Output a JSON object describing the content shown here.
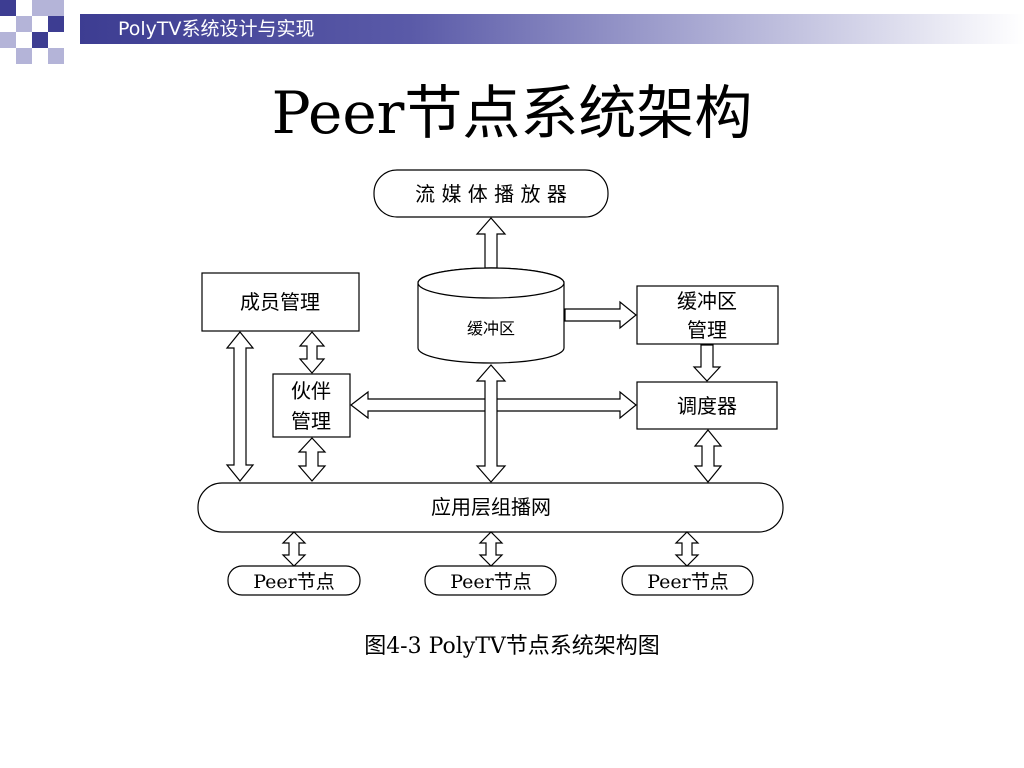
{
  "header": {
    "title": "PolyTV系统设计与实现",
    "band_color": "#3d3d92",
    "square_colors": [
      "#3d3d92",
      "#b4b4d8"
    ]
  },
  "page_title": "Peer节点系统架构",
  "diagram": {
    "player": "流 媒 体 播 放 器",
    "buffer_store": "缓冲区",
    "member_mgmt": "成员管理",
    "buffer_mgmt_line1": "缓冲区",
    "buffer_mgmt_line2": "管理",
    "partner_mgmt_line1": "伙伴",
    "partner_mgmt_line2": "管理",
    "scheduler": "调度器",
    "overlay": "应用层组播网",
    "peers": [
      "Peer节点",
      "Peer节点",
      "Peer节点"
    ]
  },
  "caption": "图4-3  PolyTV节点系统架构图"
}
